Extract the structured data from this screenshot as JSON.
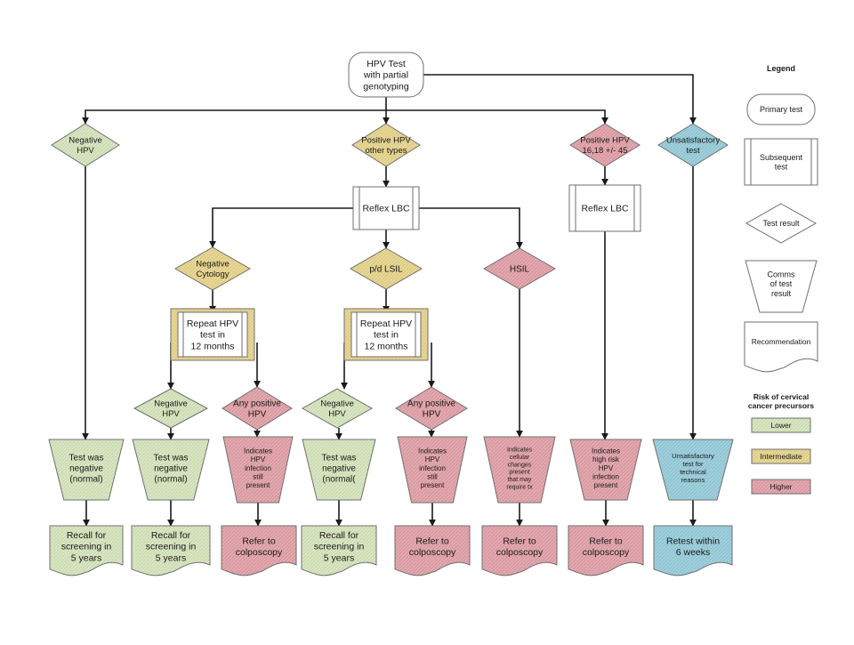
{
  "colors": {
    "lower": "#d9e6c3",
    "lower_dark": "#c9d9ad",
    "intermediate": "#e8d897",
    "higher": "#e3a9b0",
    "unsatisfactory": "#9fd0dd",
    "neutral": "#ffffff",
    "line": "#1a1a1a"
  },
  "nodes": {
    "hpv_test": "HPV Test\nwith partial\ngenotyping",
    "neg_hpv": "Negative\nHPV",
    "pos_other": "Positive HPV\nother types",
    "pos_1618": "Positive HPV\n16,18 +/- 45",
    "unsat": "Unsatisfactory\ntest",
    "reflex_lbc_1": "Reflex LBC",
    "reflex_lbc_2": "Reflex LBC",
    "neg_cyto": "Negative\nCytology",
    "pd_lsil": "p/d LSIL",
    "hsil": "HSIL",
    "repeat_1": "Repeat HPV\ntest in\n12 months",
    "repeat_2": "Repeat HPV\ntest in\n12 months",
    "neg_hpv_2": "Negative\nHPV",
    "any_pos_1": "Any positive\nHPV",
    "neg_hpv_3": "Negative\nHPV",
    "any_pos_2": "Any positive\nHPV",
    "comm_neg_1": "Test was\nnegative\n(normal)",
    "comm_neg_2": "Test was\nnegative\n(normal)",
    "comm_pos_1": "Indicates\nHPV\ninfection\nstill\npresent",
    "comm_neg_3": "Test was\nnegative\n(normal(",
    "comm_pos_2": "Indicates\nHPV\ninfection\nstill\npresent",
    "comm_hsil": "Indicates\ncellular\nchanges\npresent\nthat may\nrequire tx",
    "comm_highrisk": "Indicates\nhigh risk\nHPV\ninfection\npresent",
    "comm_unsat": "Unsatisfactory\ntest for\ntechnical\nreasons",
    "rec_recall_1": "Recall for\nscreening in\n5 years",
    "rec_recall_2": "Recall for\nscreening in\n5 years",
    "rec_colpo_1": "Refer to\ncolposcopy",
    "rec_recall_3": "Recall for\nscreening in\n5 years",
    "rec_colpo_2": "Refer to\ncolposcopy",
    "rec_colpo_3": "Refer to\ncolposcopy",
    "rec_colpo_4": "Refer to\ncolposcopy",
    "rec_retest": "Retest within\n6 weeks"
  },
  "legend": {
    "title": "Legend",
    "primary_test": "Primary test",
    "subsequent_test": "Subsequent\ntest",
    "test_result": "Test result",
    "comms": "Comms\nof test\nresult",
    "recommendation": "Recommendation",
    "risk_title": "Risk of cervical\ncancer precursors",
    "lower": "Lower",
    "intermediate": "Intermediate",
    "higher": "Higher"
  }
}
